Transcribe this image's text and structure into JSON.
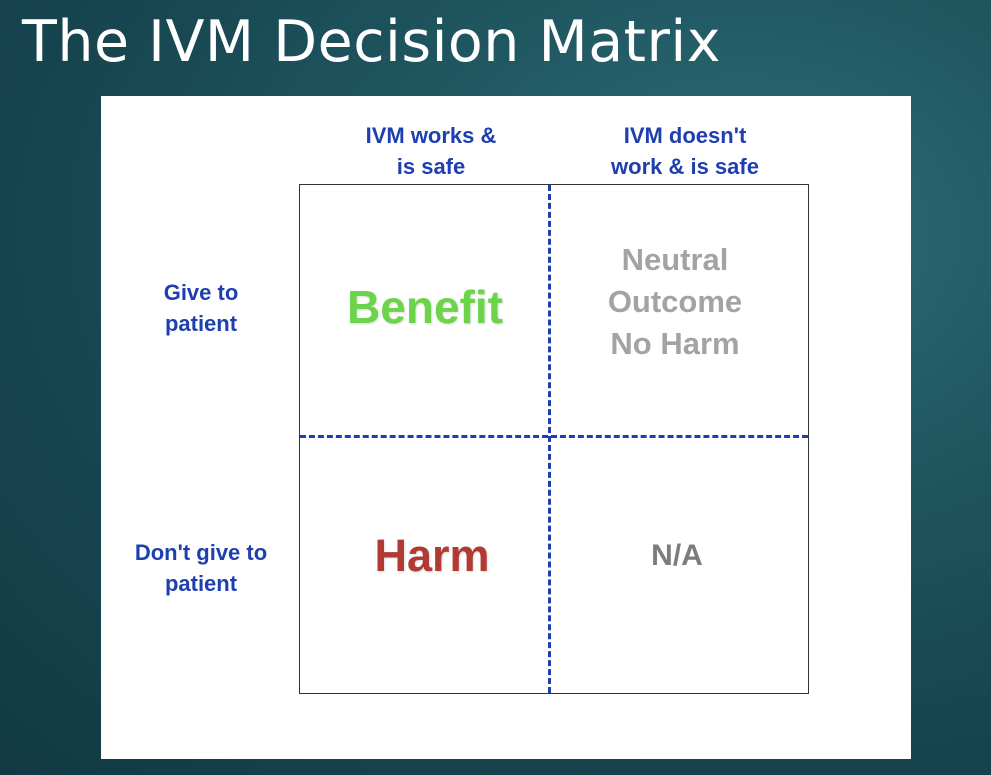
{
  "slide": {
    "title": "The IVM Decision Matrix"
  },
  "matrix": {
    "column_headers": [
      "IVM works &\nis safe",
      "IVM doesn't\nwork & is safe"
    ],
    "row_headers": [
      "Give to\npatient",
      "Don't give to\npatient"
    ],
    "cells": {
      "give_works": "Benefit",
      "give_not_works": "Neutral\nOutcome\nNo Harm",
      "not_give_works": "Harm",
      "not_give_not_works": "N/A"
    }
  },
  "colors": {
    "header_text": "#1d3fb0",
    "divider": "#1d3fb0",
    "benefit": "#6bd44a",
    "neutral": "#a3a3a3",
    "harm": "#b23a34",
    "na": "#7c7c7c",
    "background": "#1f5660"
  }
}
